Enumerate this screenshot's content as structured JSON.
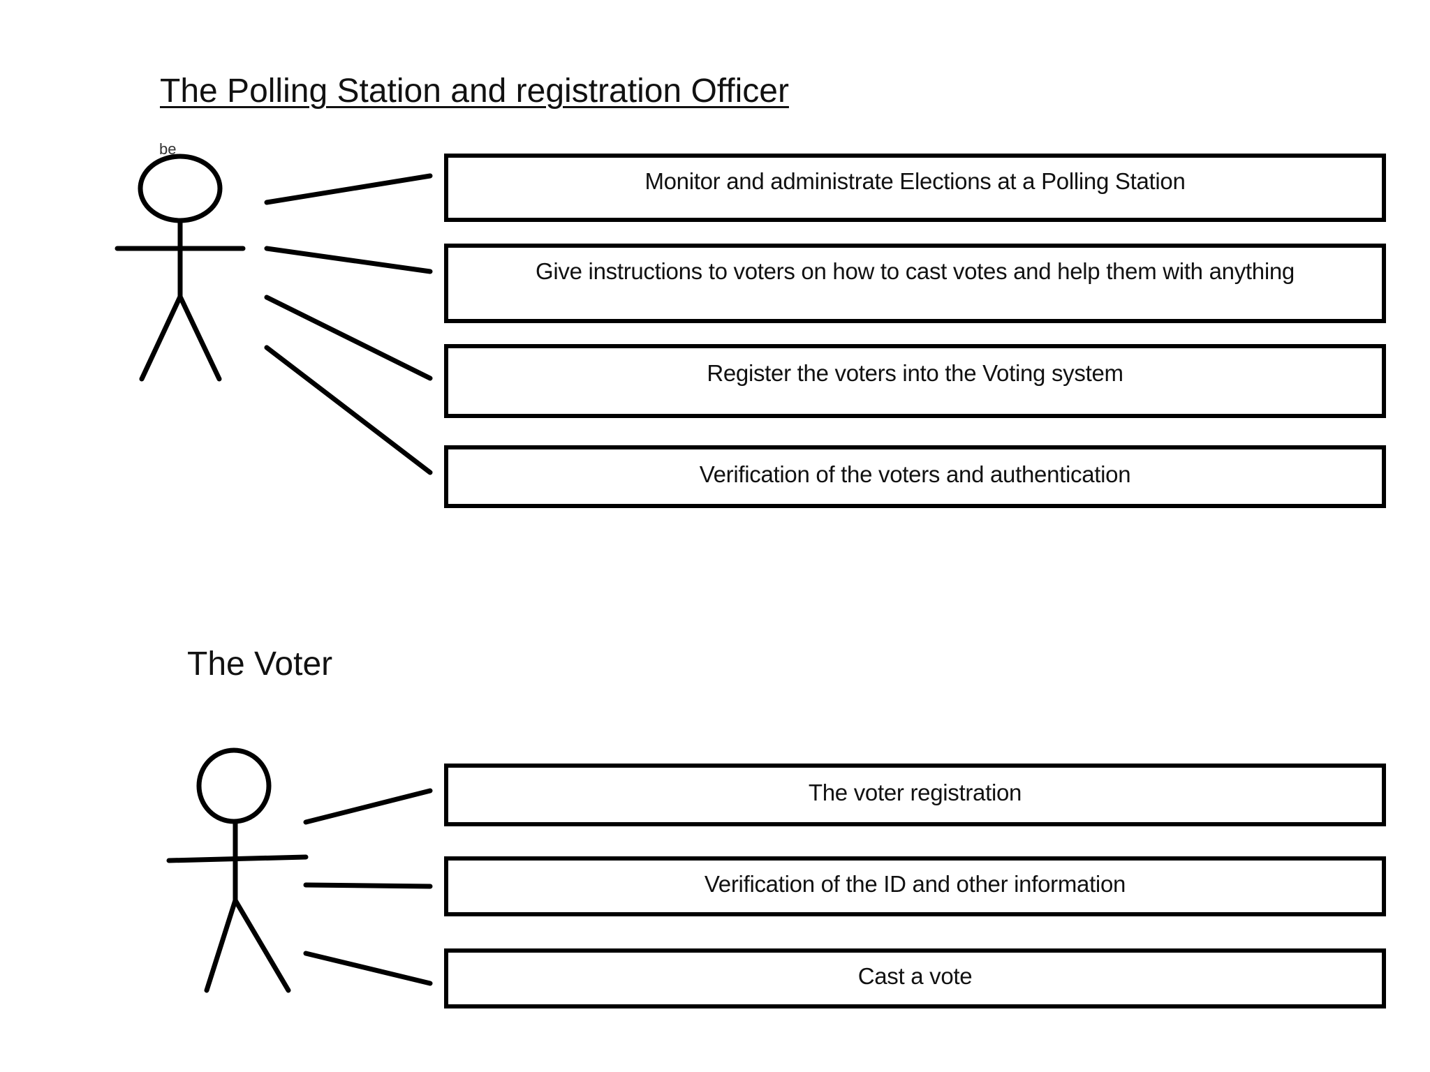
{
  "diagram": {
    "officer": {
      "title": "The Polling Station and registration Officer",
      "stray_mark": "be",
      "use_cases": [
        "Monitor and administrate Elections at a Polling Station",
        "Give instructions to voters on how to cast votes and help them with anything",
        "Register the voters into the Voting system",
        "Verification of the voters and authentication"
      ]
    },
    "voter": {
      "title": "The Voter",
      "use_cases": [
        "The voter registration",
        "Verification of the ID and other information",
        "Cast a vote"
      ]
    }
  }
}
